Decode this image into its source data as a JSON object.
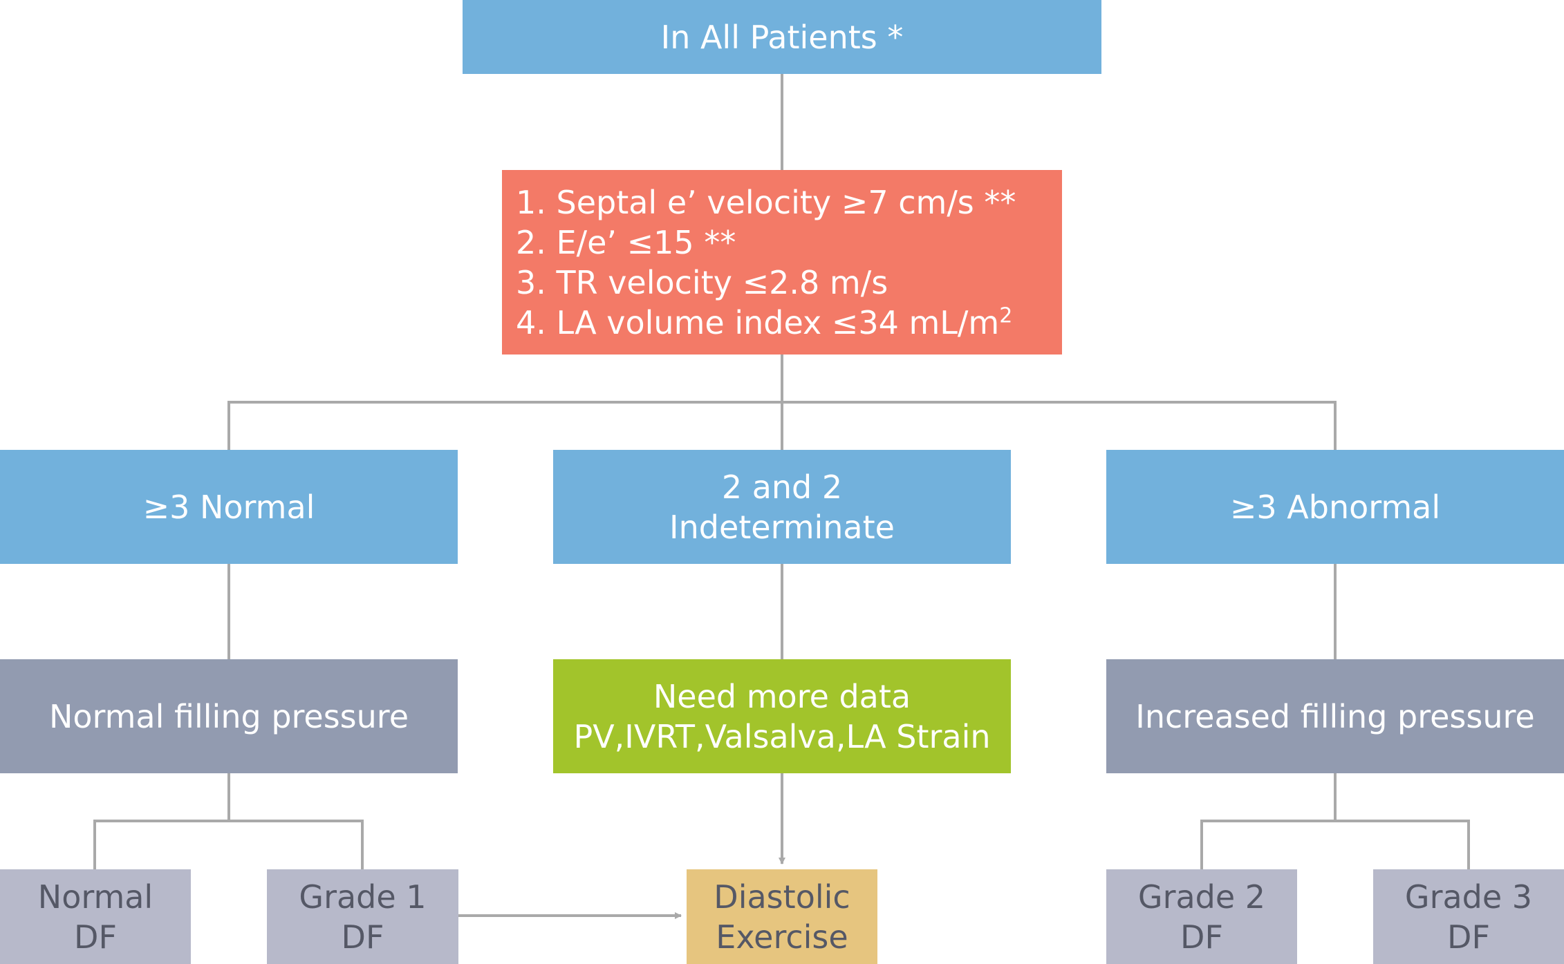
{
  "colors": {
    "primary_box": "#72b1dc",
    "criteria_box": "#f37a67",
    "pressure_box": "#929bb0",
    "need_data_box": "#a2c42b",
    "grade_box": "#b7b9ca",
    "exercise_box": "#e6c57f",
    "connector": "#a9a9a9"
  },
  "top": {
    "label": "In All Patients *"
  },
  "criteria": {
    "items": [
      "1. Septal e’ velocity ≥7 cm/s **",
      "2. E/e’ ≤15 **",
      "3. TR velocity ≤2.8 m/s",
      "4. LA volume index ≤34 mL/m"
    ],
    "superscript": "2"
  },
  "branches": {
    "normal": {
      "label": "≥3 Normal"
    },
    "indeterminate": {
      "line1": "2 and 2",
      "line2": "Indeterminate"
    },
    "abnormal": {
      "label": "≥3 Abnormal"
    }
  },
  "outcomes": {
    "normal_pressure": {
      "label": "Normal filling pressure"
    },
    "need_more": {
      "line1": "Need more data",
      "line2": "PV,IVRT,Valsalva,LA Strain"
    },
    "increased_pressure": {
      "label": "Increased filling pressure"
    }
  },
  "grades": {
    "normal_df": {
      "line1": "Normal",
      "line2": "DF"
    },
    "grade1": {
      "line1": "Grade 1",
      "line2": "DF"
    },
    "diastolic_exercise": {
      "line1": "Diastolic",
      "line2": "Exercise"
    },
    "grade2": {
      "line1": "Grade 2",
      "line2": "DF"
    },
    "grade3": {
      "line1": "Grade 3",
      "line2": "DF"
    }
  }
}
